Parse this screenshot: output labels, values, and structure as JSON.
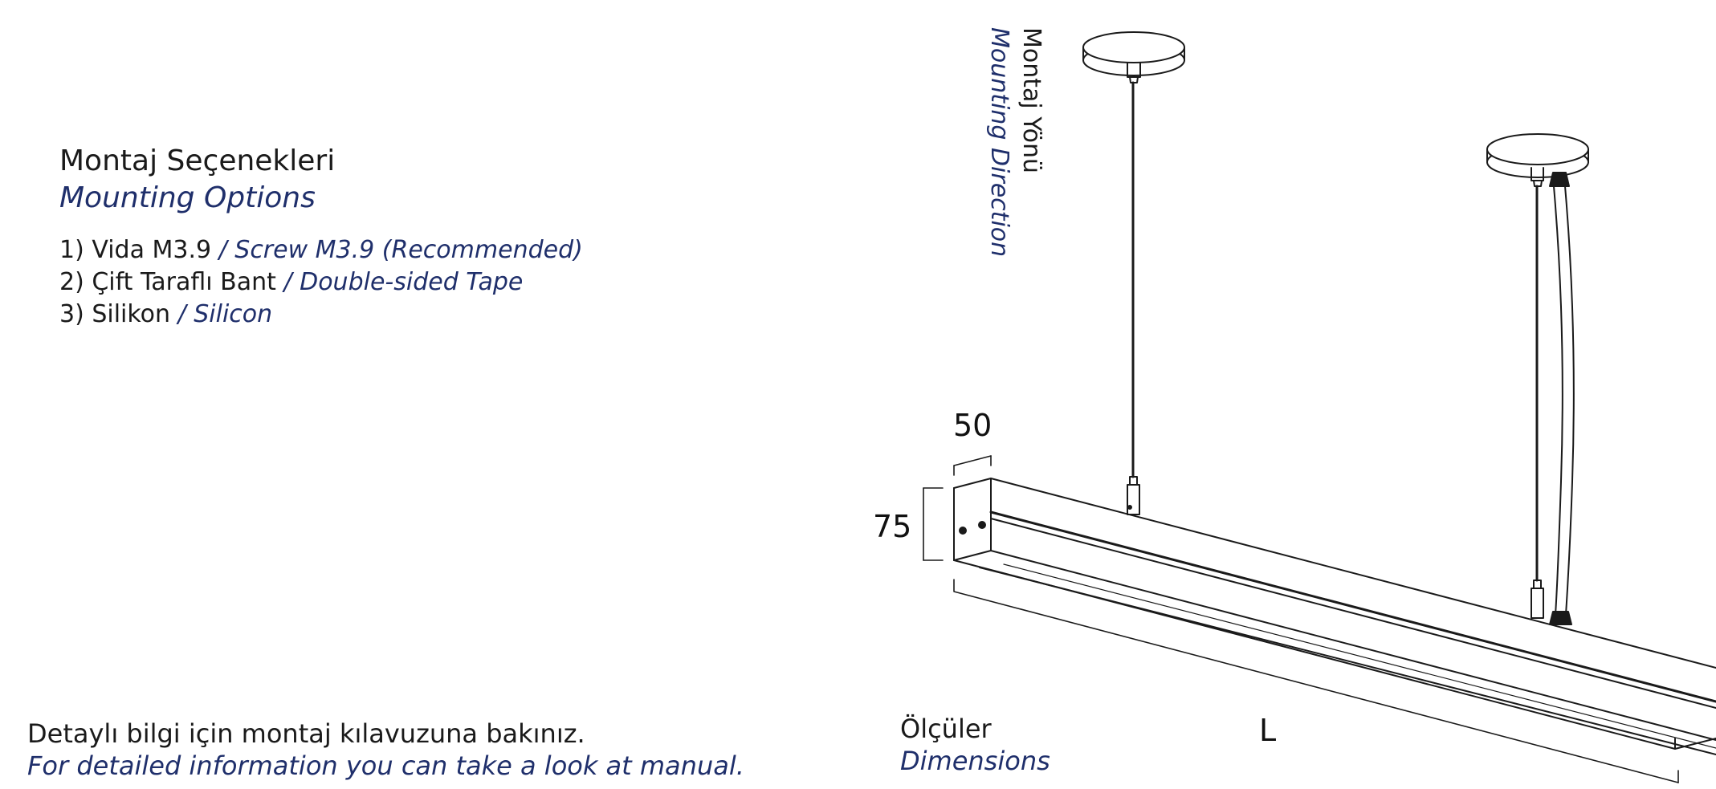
{
  "mounting_options": {
    "title_tr": "Montaj Seçenekleri",
    "title_en": "Mounting Options",
    "options": [
      {
        "tr": "1) Vida M3.9",
        "en": " / Screw M3.9 (Recommended)"
      },
      {
        "tr": "2) Çift Taraflı Bant",
        "en": " / Double-sided Tape"
      },
      {
        "tr": "3) Silikon",
        "en": " / Silicon"
      }
    ]
  },
  "manual_note": {
    "tr": "Detaylı bilgi için montaj kılavuzuna bakınız.",
    "en": "For detailed information you can take a look at manual."
  },
  "dimensions": {
    "label_tr": "Ölçüler",
    "label_en": "Dimensions",
    "width": "50",
    "height": "75",
    "length": "L"
  },
  "mounting_direction": {
    "tr": "Montaj Yönü",
    "en": "Mounting Direction"
  },
  "colors": {
    "turkish_text": "#1a1a1a",
    "english_text": "#1f2f6b",
    "line": "#1a1a1a"
  }
}
